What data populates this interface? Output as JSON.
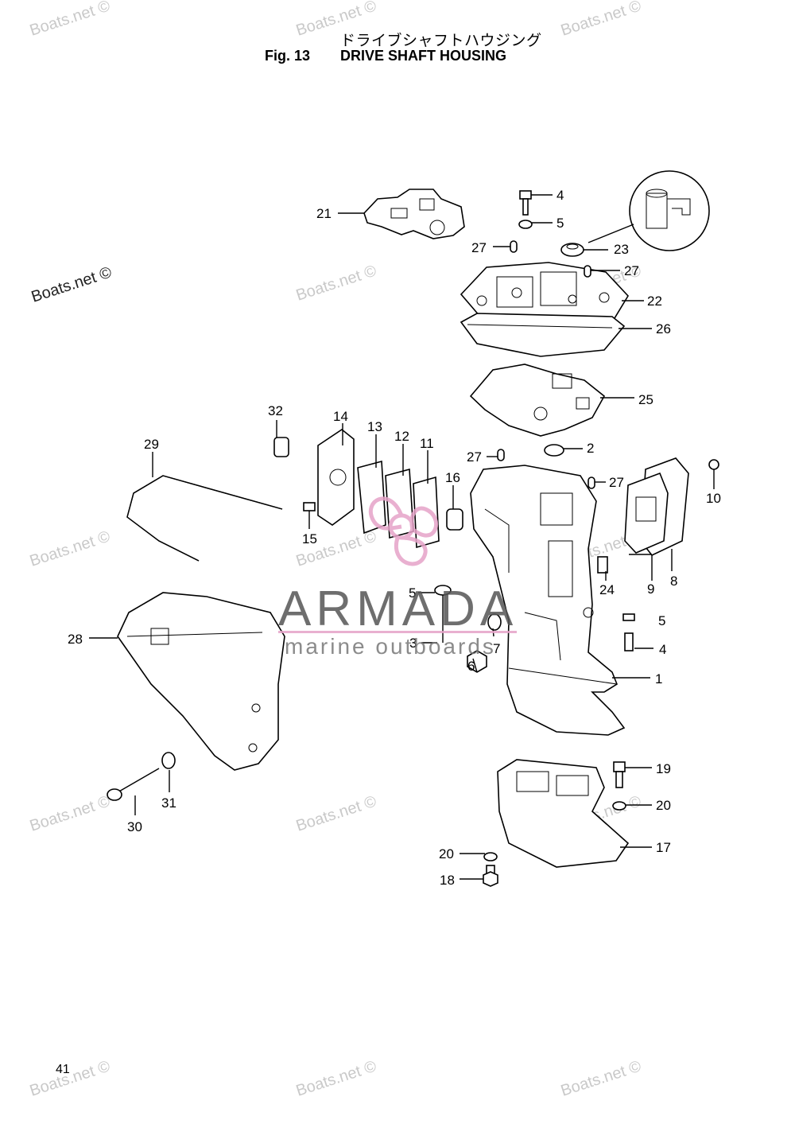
{
  "header": {
    "jp_title": "ドライブシャフトハウジング",
    "fig_label": "Fig. 13",
    "fig_title": "DRIVE SHAFT HOUSING"
  },
  "page_number": "41",
  "watermarks": [
    "Boats.net ©"
  ],
  "overlay_logo": {
    "main": "ARMADA",
    "sub": "marine outboards"
  },
  "callouts": {
    "c1": "1",
    "c2": "2",
    "c3": "3",
    "c4a": "4",
    "c4b": "4",
    "c5a": "5",
    "c5b": "5",
    "c5c": "5",
    "c6": "6",
    "c7": "7",
    "c8": "8",
    "c9": "9",
    "c10": "10",
    "c11": "11",
    "c12": "12",
    "c13": "13",
    "c14": "14",
    "c15": "15",
    "c16": "16",
    "c17": "17",
    "c18": "18",
    "c19": "19",
    "c20a": "20",
    "c20b": "20",
    "c21": "21",
    "c22": "22",
    "c23": "23",
    "c24": "24",
    "c25": "25",
    "c26": "26",
    "c27a": "27",
    "c27b": "27",
    "c27c": "27",
    "c27d": "27",
    "c28": "28",
    "c29": "29",
    "c30": "30",
    "c31": "31",
    "c32": "32"
  },
  "colors": {
    "logo_pink": "#e6a3c8",
    "logo_gray": "#555555",
    "watermark": "#c9c9c9"
  }
}
